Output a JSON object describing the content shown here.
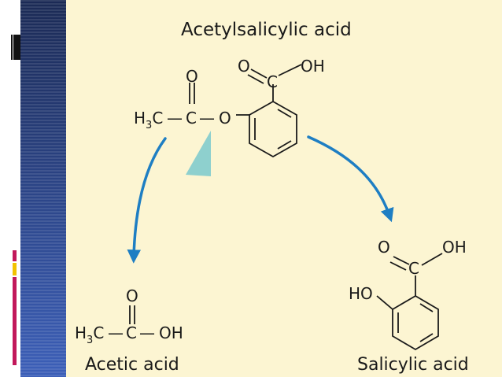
{
  "colors": {
    "slide_background": "#fcf5d2",
    "sidebar_gradient_top": "#1b2a55",
    "sidebar_gradient_bottom": "#3c5fb8",
    "arrow": "#1e7ec3",
    "cleavage_marker": "#8ed0ce",
    "accent_magenta": "#c2185b",
    "accent_yellow": "#f2c200",
    "ink": "#1a1a1a"
  },
  "icons": {
    "cleavage_marker": "teal-triangle-icon",
    "reaction_arrow": "curved-arrow-icon"
  },
  "diagram": {
    "title": "Acetylsalicylic acid",
    "aspirin": {
      "h3c": "H",
      "h3c_sub": "3",
      "h3c_c": "C",
      "bond_dash_1": "—",
      "carbonyl_c": "C",
      "bond_dash_2": "—",
      "ester_o": "O",
      "carbonyl_o": "O",
      "acid_o": "O",
      "acid_c": "C",
      "acid_oh": "OH"
    },
    "acetic_acid": {
      "name": "Acetic acid",
      "carbonyl_o": "O",
      "h3c": "H",
      "h3c_sub": "3",
      "h3c_c": "C",
      "bond_dash_1": "—",
      "carbonyl_c": "C",
      "bond_dash_2": "—",
      "oh": "OH"
    },
    "salicylic_acid": {
      "name": "Salicylic acid",
      "acid_o": "O",
      "acid_c": "C",
      "acid_oh": "OH",
      "ho": "HO"
    }
  }
}
